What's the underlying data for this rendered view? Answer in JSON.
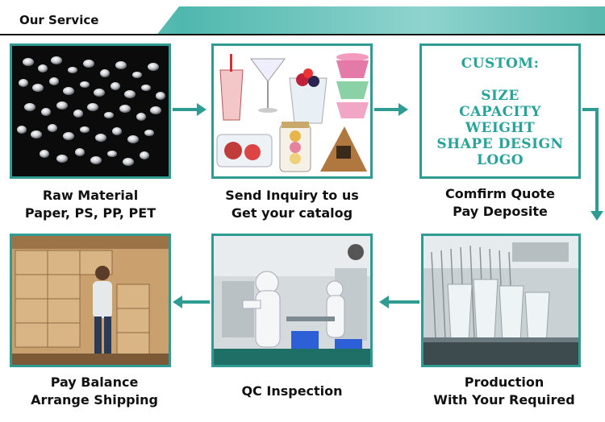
{
  "header": {
    "title": "Our Service"
  },
  "steps": [
    {
      "line1": "Raw Material",
      "line2": "Paper, PS, PP, PET"
    },
    {
      "line1": "Send Inquiry to us",
      "line2": "Get your catalog"
    },
    {
      "line1": "Comfirm Quote",
      "line2": "Pay Deposite"
    },
    {
      "line1": "Production",
      "line2": "With Your Required"
    },
    {
      "line1": "QC Inspection",
      "line2": ""
    },
    {
      "line1": "Pay Balance",
      "line2": "Arrange Shipping"
    }
  ],
  "custom": {
    "title": "CUSTOM:",
    "lines": [
      "SIZE",
      "CAPACITY",
      "WEIGHT",
      "SHAPE DESIGN",
      "LOGO"
    ]
  },
  "colors": {
    "accent": "#2e9c93",
    "custom_text": "#27a39a"
  }
}
